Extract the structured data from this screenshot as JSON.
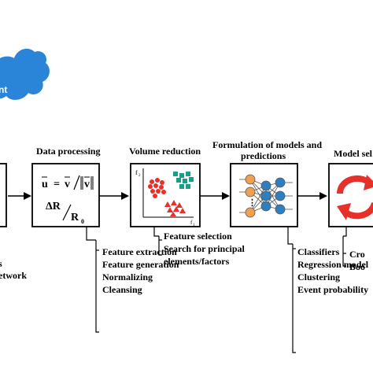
{
  "cloud": {
    "text": "nt"
  },
  "stages": {
    "data_processing": {
      "title": "Data processing",
      "formula_line1_lhs": "u",
      "formula_line1_eq": "=",
      "formula_line1_num": "v",
      "formula_line1_den": "v",
      "formula_line2_num": "ΔR",
      "formula_line2_den": "R",
      "formula_line2_sub": "0",
      "notes": [
        "Feature extraction",
        "Feature generation",
        "Normalizing",
        "Cleansing"
      ]
    },
    "volume_reduction": {
      "title": "Volume reduction",
      "axis_y": "f",
      "axis_y_sub": "2",
      "axis_x": "f",
      "axis_x_sub": "1",
      "notes": [
        "Feature selection",
        "Search for principal",
        "elements/factors"
      ]
    },
    "formulation": {
      "title_line1": "Formulation of models and",
      "title_line2": "predictions",
      "dots": "⋮",
      "notes": [
        "Classifiers",
        "Regression model",
        "Clustering",
        "Event probability"
      ]
    },
    "model_selection": {
      "title": "Model sel",
      "notes": [
        "Cro",
        "Boo"
      ]
    }
  },
  "left_cut": {
    "notes": [
      "s",
      "etwork"
    ]
  },
  "colors": {
    "cloud": "#2a85d8",
    "red": "#e8302a",
    "teal": "#1a9e8c",
    "node_orange": "#f0a050",
    "node_blue": "#2e7fc0",
    "arrow": "#000000"
  }
}
